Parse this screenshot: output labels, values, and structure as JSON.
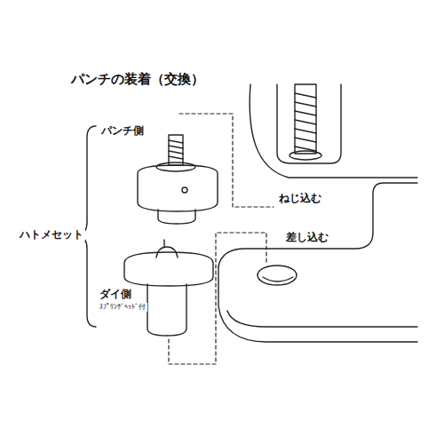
{
  "diagram": {
    "title": "パンチの装着（交換）",
    "labels": [
      "パンチ側",
      "ハトメセット",
      "ダイ側",
      "ｽﾌﾟﾘﾝｸﾞﾍｯﾄﾞ付",
      "ねじ込む",
      "差し込む"
    ]
  }
}
